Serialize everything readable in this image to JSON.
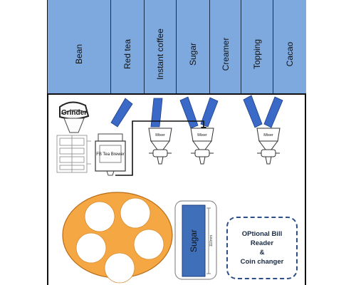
{
  "colors": {
    "canister_fill": "#7da9df",
    "chute_fill": "#3a69c8",
    "tray_fill": "#f4a742",
    "sugar_fill": "#3e6fb8",
    "line": "#111111"
  },
  "canisters": [
    {
      "label": "Bean"
    },
    {
      "label": "Red tea"
    },
    {
      "label": "Instant coffee"
    },
    {
      "label": "Sugar"
    },
    {
      "label": "Creamer"
    },
    {
      "label": "Topping"
    },
    {
      "label": "Cacao"
    }
  ],
  "grinder": {
    "label": "Grinder",
    "icon": "grinder-icon"
  },
  "tea_brewer": {
    "label": "FB Tea Brewer"
  },
  "mixers": [
    {
      "label": "Mixer"
    },
    {
      "label": "Mixer"
    },
    {
      "label": "Mixer"
    }
  ],
  "cup_tray": {
    "cup_count": 5
  },
  "sugar_stick": {
    "label": "Sugar",
    "dimension": "110mm"
  },
  "bill_reader": {
    "line1": "OPtional Bill",
    "line2": "Reader",
    "line3": "&",
    "line4": "Coin changer"
  }
}
